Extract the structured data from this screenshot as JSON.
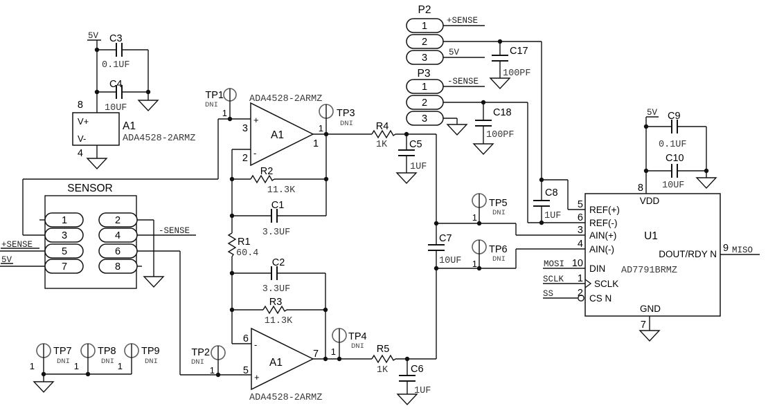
{
  "decoupling_a": {
    "net": "5V",
    "cap1_ref": "C3",
    "cap1_val": "0.1UF",
    "cap2_ref": "C4",
    "cap2_val": "10UF"
  },
  "amp_power": {
    "pin_top": "8",
    "pin_bot": "4",
    "vplus": "V+",
    "vminus": "V-",
    "ref": "A1",
    "part": "ADA4528-2ARMZ"
  },
  "sensor": {
    "title": "SENSOR",
    "pins": [
      "1",
      "2",
      "3",
      "4",
      "5",
      "6",
      "7",
      "8"
    ],
    "net_plus": "+SENSE",
    "net_5v": "5V",
    "net_minus": "-SENSE"
  },
  "amp_top": {
    "part": "ADA4528-2ARMZ",
    "ref": "A1",
    "pin_p": "3",
    "pin_n": "2",
    "pin_out": "1",
    "plus": "+",
    "minus": "-"
  },
  "amp_bot": {
    "part": "ADA4528-2ARMZ",
    "ref": "A1",
    "pin_p": "5",
    "pin_n": "6",
    "pin_out": "7",
    "plus": "+",
    "minus": "-"
  },
  "tp": {
    "tp1": {
      "name": "TP1",
      "sub": "DNI",
      "pin": "1"
    },
    "tp2": {
      "name": "TP2",
      "sub": "DNI",
      "pin": "1"
    },
    "tp3": {
      "name": "TP3",
      "sub": "DNI",
      "pin": "1"
    },
    "tp4": {
      "name": "TP4",
      "sub": "DNI",
      "pin": "1"
    },
    "tp5": {
      "name": "TP5",
      "sub": "DNI",
      "pin": "1"
    },
    "tp6": {
      "name": "TP6",
      "sub": "DNI",
      "pin": "1"
    },
    "tp7": {
      "name": "TP7",
      "sub": "DNI",
      "pin": "1"
    },
    "tp8": {
      "name": "TP8",
      "sub": "DNI",
      "pin": "1"
    },
    "tp9": {
      "name": "TP9",
      "sub": "DNI",
      "pin": "1"
    }
  },
  "r": {
    "r1": {
      "ref": "R1",
      "val": "60.4"
    },
    "r2": {
      "ref": "R2",
      "val": "11.3K"
    },
    "r3": {
      "ref": "R3",
      "val": "11.3K"
    },
    "r4": {
      "ref": "R4",
      "val": "1K"
    },
    "r5": {
      "ref": "R5",
      "val": "1K"
    }
  },
  "c": {
    "c1": {
      "ref": "C1",
      "val": "3.3UF"
    },
    "c2": {
      "ref": "C2",
      "val": "3.3UF"
    },
    "c5": {
      "ref": "C5",
      "val": "1UF"
    },
    "c6": {
      "ref": "C6",
      "val": "1UF"
    },
    "c7": {
      "ref": "C7",
      "val": "10UF"
    },
    "c8": {
      "ref": "C8",
      "val": "1UF"
    },
    "c9": {
      "ref": "C9",
      "val": "0.1UF"
    },
    "c10": {
      "ref": "C10",
      "val": "10UF"
    },
    "c17": {
      "ref": "C17",
      "val": "100PF"
    },
    "c18": {
      "ref": "C18",
      "val": "100PF"
    }
  },
  "p2": {
    "ref": "P2",
    "pins": [
      "1",
      "2",
      "3"
    ],
    "net1": "+SENSE",
    "net3": "5V"
  },
  "p3": {
    "ref": "P3",
    "pins": [
      "1",
      "2",
      "3"
    ],
    "net1": "-SENSE"
  },
  "decoupling_b": {
    "net": "5V"
  },
  "u1": {
    "ref": "U1",
    "part": "AD7791BRMZ",
    "pin8": "8",
    "pin7": "7",
    "vdd": "VDD",
    "gnd": "GND",
    "left": [
      {
        "num": "5",
        "label": "REF(+)"
      },
      {
        "num": "6",
        "label": "REF(-)"
      },
      {
        "num": "3",
        "label": "AIN(+)"
      },
      {
        "num": "4",
        "label": "AIN(-)"
      },
      {
        "num": "10",
        "label": "DIN"
      },
      {
        "num": "1",
        "label": "SCLK"
      },
      {
        "num": "2",
        "label": "CS N"
      }
    ],
    "right": {
      "num": "9",
      "label": "DOUT/RDY N"
    },
    "nets": {
      "mosi": "MOSI",
      "sclk": "SCLK",
      "ss": "SS",
      "miso": "MISO"
    }
  }
}
